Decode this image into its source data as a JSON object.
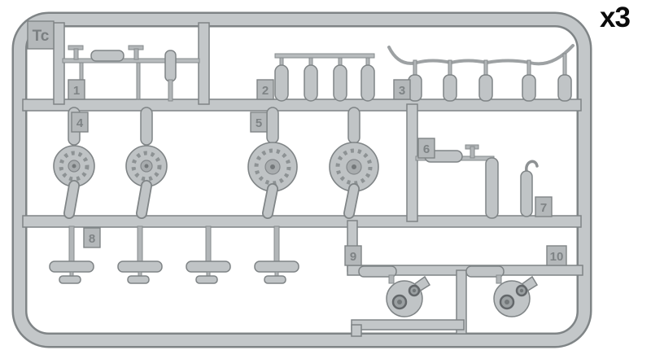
{
  "illustration": {
    "sprue_label": "Tc",
    "quantity_note": "x3",
    "plastic_color": "#c1c5c7",
    "outline_color": "#7f8486",
    "background_color": "#ffffff",
    "part_tags": [
      {
        "number": "1"
      },
      {
        "number": "2"
      },
      {
        "number": "3"
      },
      {
        "number": "4"
      },
      {
        "number": "5"
      },
      {
        "number": "6"
      },
      {
        "number": "7"
      },
      {
        "number": "8"
      },
      {
        "number": "9"
      },
      {
        "number": "10"
      }
    ]
  }
}
